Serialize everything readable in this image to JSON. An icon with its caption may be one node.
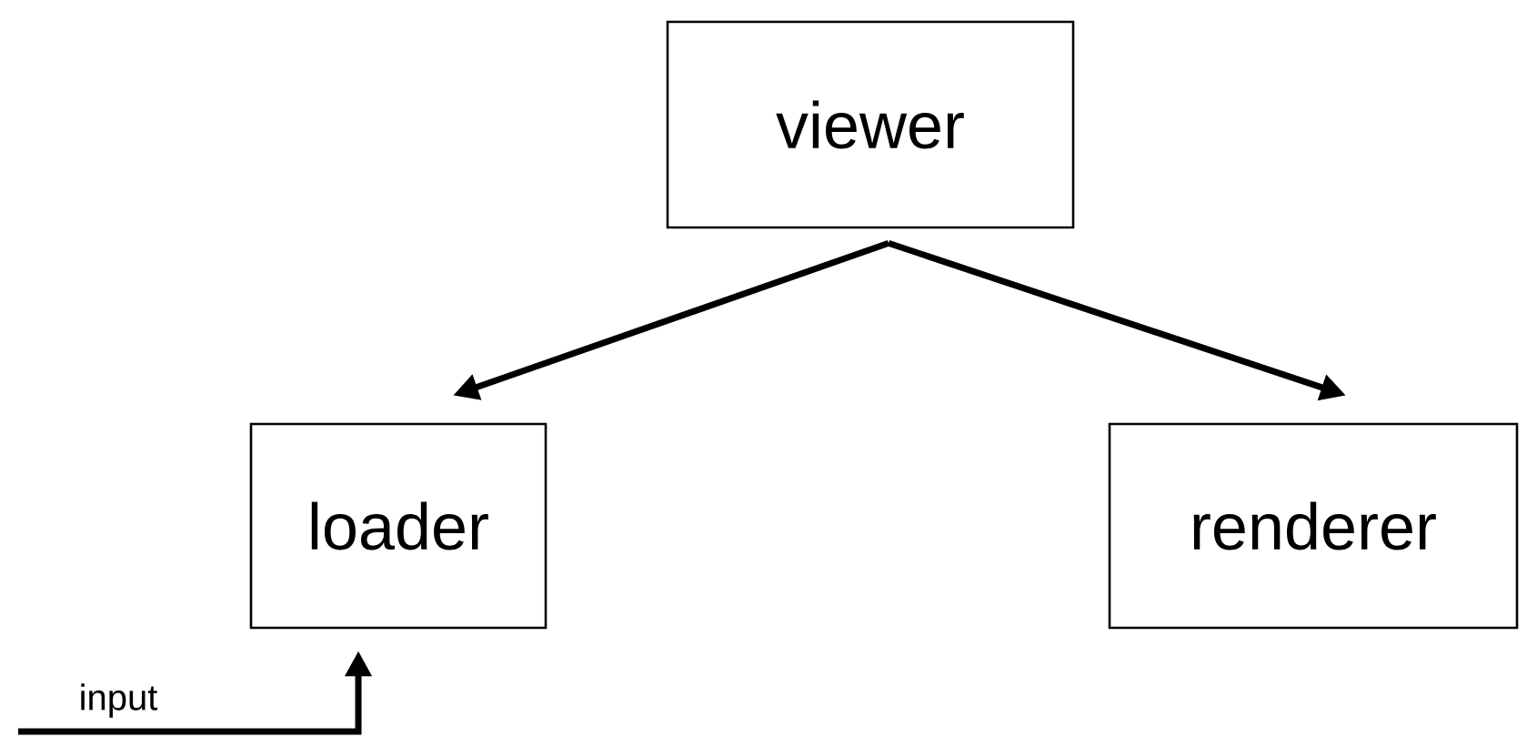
{
  "diagram": {
    "nodes": [
      {
        "text": [
          "viewer"
        ]
      },
      {
        "text": [
          "loader"
        ]
      },
      {
        "text": [
          "renderer"
        ]
      }
    ],
    "edges": [
      {
        "from": 0,
        "to": 1,
        "arrow": "to"
      },
      {
        "from": 0,
        "to": 2,
        "arrow": "to"
      },
      {
        "from": null,
        "to": 1,
        "arrow": "to",
        "label": "input"
      }
    ]
  }
}
